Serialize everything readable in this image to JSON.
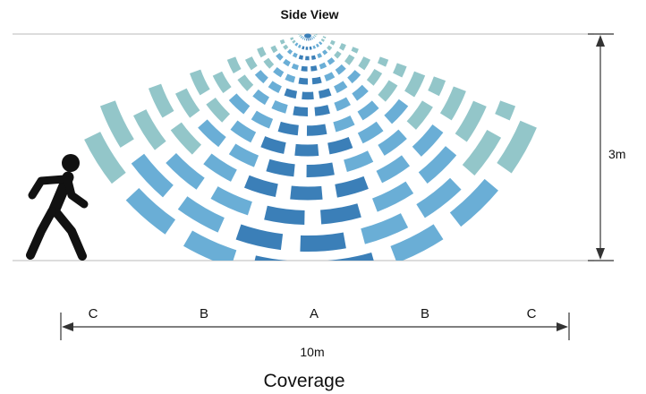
{
  "title": "Side View",
  "height_label": "3m",
  "width_label": "10m",
  "caption": "Coverage",
  "zones": [
    "C",
    "B",
    "A",
    "B",
    "C"
  ],
  "icons": [
    "person-walking-icon"
  ],
  "colors": {
    "ceiling_line": "#c8c8c8",
    "floor_line": "#c8c8c8",
    "dimension_line": "#333333",
    "zone_A": "#3b7fb8",
    "zone_B": "#6aaed6",
    "zone_C": "#93c6c9",
    "person": "#111111"
  }
}
